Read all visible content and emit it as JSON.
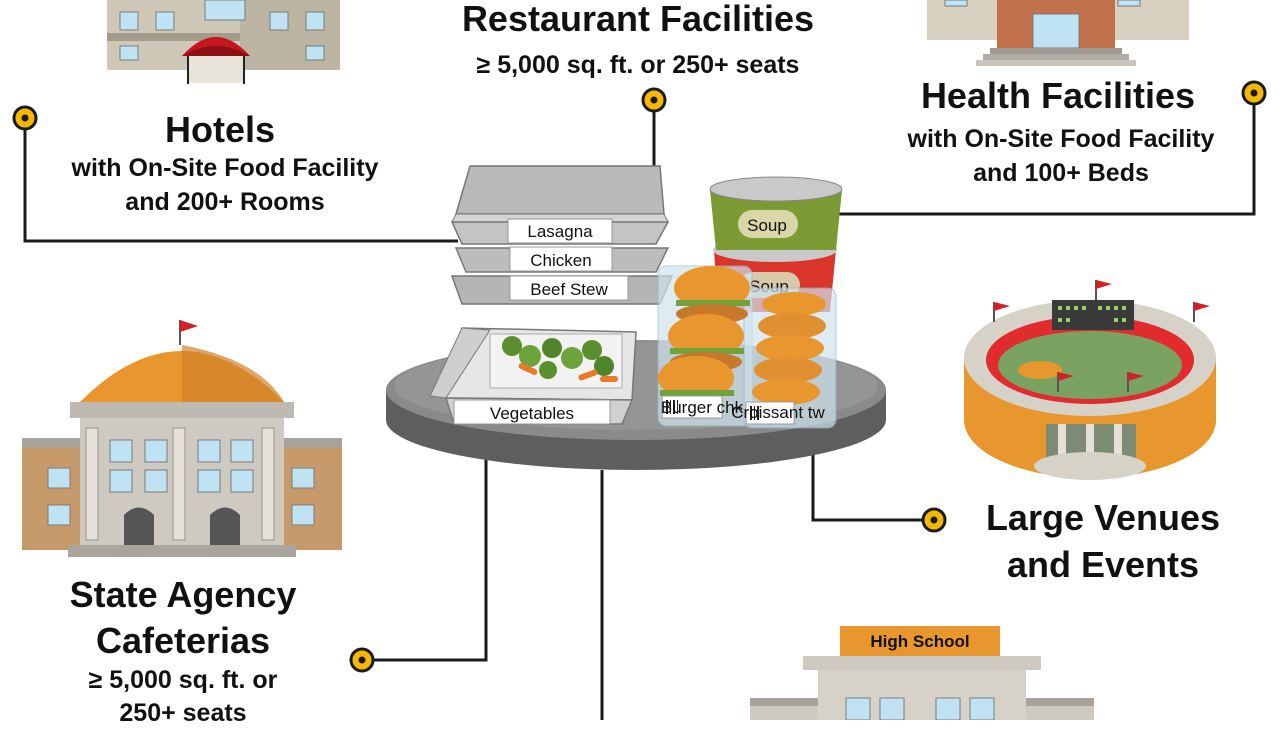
{
  "restaurant": {
    "title": "Restaurant Facilities",
    "sub": "≥ 5,000 sq. ft. or 250+ seats"
  },
  "hotels": {
    "title": "Hotels",
    "sub1": "with On-Site Food Facility",
    "sub2": "and 200+ Rooms"
  },
  "health": {
    "title": "Health Facilities",
    "sub1": "with On-Site Food Facility",
    "sub2": "and 100+ Beds"
  },
  "venues": {
    "title1": "Large Venues",
    "title2": "and Events"
  },
  "state": {
    "title1": "State Agency",
    "title2": "Cafeterias",
    "sub1": "≥ 5,000 sq. ft. or",
    "sub2": "250+ seats"
  },
  "school": {
    "sign": "High School"
  },
  "food": {
    "tray1": "Lasagna",
    "tray2": "Chicken",
    "tray3": "Beef Stew",
    "tray4": "Vegetables",
    "soup1": "Soup",
    "soup2": "Soup",
    "sandwich1": "Burger chk",
    "sandwich2": "Croissant tw"
  },
  "colors": {
    "accent": "#F5B700",
    "dot_border": "#1a1a1a",
    "connector": "#1a1a1a",
    "platter": "#7b7b7b"
  }
}
